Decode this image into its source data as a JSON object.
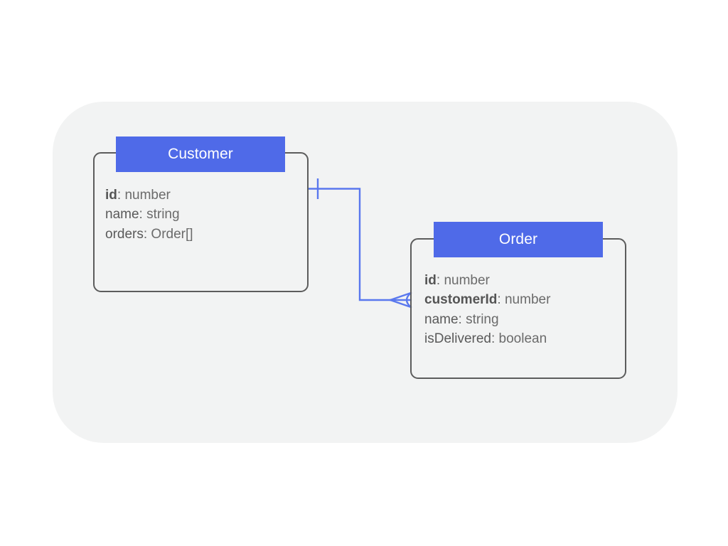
{
  "canvas": {
    "background_color": "#ffffff",
    "panel_color": "#f2f3f3",
    "accent_color": "#4f6ae8",
    "border_color": "#5c5c5c",
    "text_color": "#5d5d5d"
  },
  "diagram": {
    "type": "entity-relationship",
    "entities": [
      {
        "id": "customer",
        "title": "Customer",
        "fields": [
          {
            "name": "id",
            "type": "number",
            "key": true
          },
          {
            "name": "name",
            "type": "string",
            "key": false
          },
          {
            "name": "orders",
            "type": "Order[]",
            "key": false
          }
        ]
      },
      {
        "id": "order",
        "title": "Order",
        "fields": [
          {
            "name": "id",
            "type": "number",
            "key": true
          },
          {
            "name": "customerId",
            "type": "number",
            "key": true
          },
          {
            "name": "name",
            "type": "string",
            "key": false
          },
          {
            "name": "isDelivered",
            "type": "boolean",
            "key": false
          }
        ]
      }
    ],
    "relationships": [
      {
        "id": "customer-orders",
        "from": "customer",
        "to": "order",
        "from_cardinality": "one",
        "to_cardinality": "many",
        "notation": "crows-foot",
        "color": "#5a78ee"
      }
    ]
  }
}
